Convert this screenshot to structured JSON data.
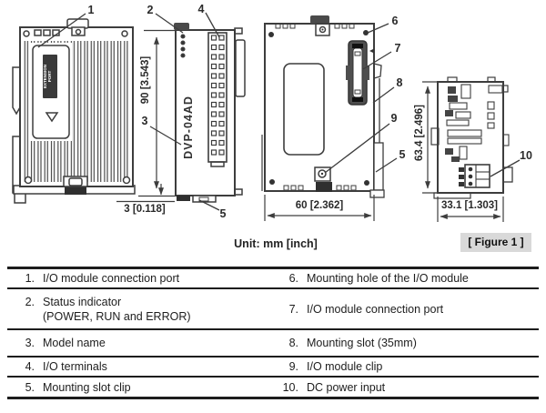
{
  "figure": {
    "unit_label": "Unit: mm [inch]",
    "figure_label": "[ Figure 1 ]"
  },
  "drawing": {
    "model_name": "DVP-04AD",
    "extension_port_line1": "EXTENSION",
    "extension_port_line2": "PORT",
    "dims": {
      "module_height": "90 [3.543]",
      "clip_depth": "3 [0.118]",
      "module_width": "60 [2.362]",
      "side_height": "63.4 [2.496]",
      "side_depth": "33.1 [1.303]"
    },
    "callouts": {
      "c1": "1",
      "c2": "2",
      "c3": "3",
      "c4": "4",
      "c5a": "5",
      "c6": "6",
      "c7": "7",
      "c8": "8",
      "c9": "9",
      "c5b": "5",
      "c10": "10"
    }
  },
  "legend": {
    "rows": [
      {
        "ln": "1.",
        "lt": "I/O module connection port",
        "rn": "6.",
        "rt": "Mounting hole of the I/O module"
      },
      {
        "ln": "2.",
        "lt": "Status indicator",
        "lt2": "(POWER, RUN and ERROR)",
        "rn": "7.",
        "rt": "I/O module connection port"
      },
      {
        "ln": "3.",
        "lt": "Model name",
        "rn": "8.",
        "rt": "Mounting slot (35mm)"
      },
      {
        "ln": "4.",
        "lt": "I/O terminals",
        "rn": "9.",
        "rt": "I/O module clip"
      },
      {
        "ln": "5.",
        "lt": "Mounting slot clip",
        "rn": "10.",
        "rt": "DC power input"
      }
    ]
  },
  "colors": {
    "line": "#3d3d3d",
    "dark_fill": "#2f2f2f",
    "figure_tag_bg": "#d9d9d9",
    "text": "#1d1d1d"
  }
}
